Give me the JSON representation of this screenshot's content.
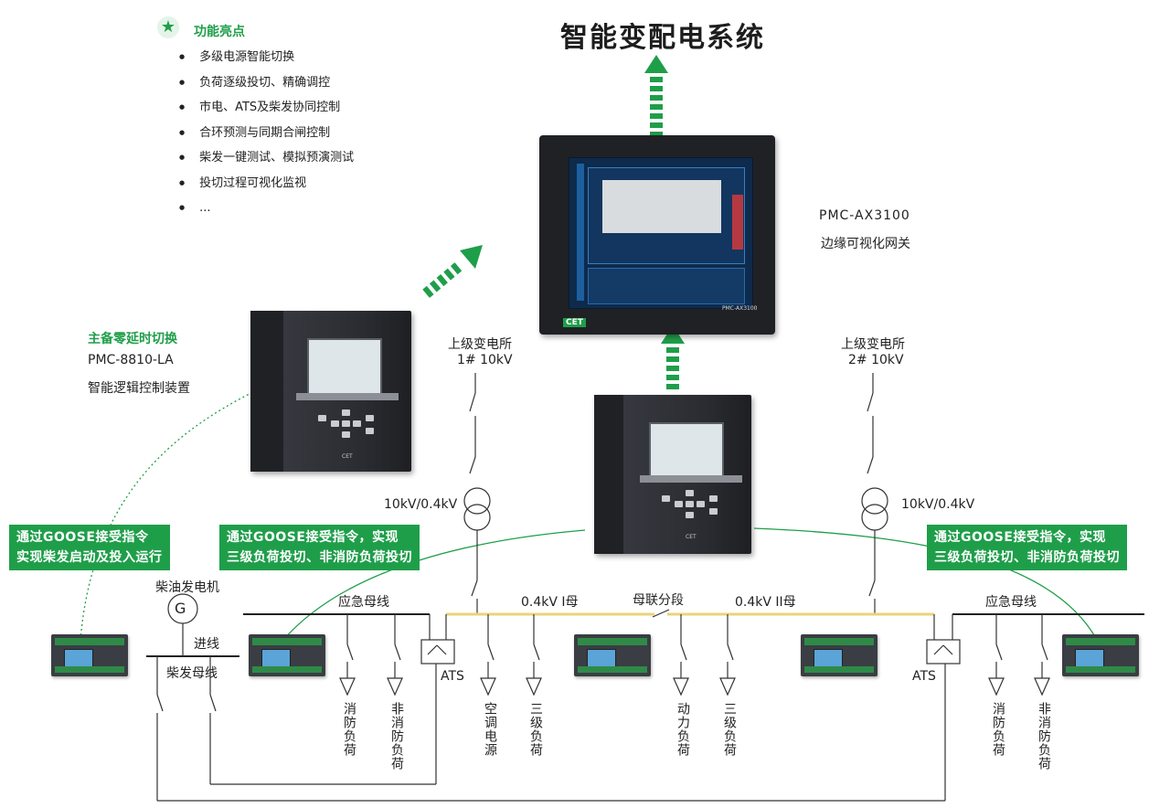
{
  "title": "智能变配电系统",
  "features": {
    "heading": "功能亮点",
    "items": [
      "多级电源智能切换",
      "负荷逐级投切、精确调控",
      "市电、ATS及柴发协同控制",
      "合环预测与同期合闸控制",
      "柴发一键测试、模拟预演测试",
      "投切过程可视化监视",
      "..."
    ]
  },
  "gateway": {
    "model": "PMC-AX3100",
    "desc": "边缘可视化网关",
    "screen_logo": "CET",
    "bezel_model": "PMC-AX3100"
  },
  "controller": {
    "feature": "主备零延时切换",
    "model": "PMC-8810-LA",
    "desc": "智能逻辑控制装置"
  },
  "sources": {
    "left": {
      "line1": "上级变电所",
      "line2": "1# 10kV"
    },
    "right": {
      "line1": "上级变电所",
      "line2": "2# 10kV"
    }
  },
  "transformers": {
    "left": "10kV/0.4kV",
    "right": "10kV/0.4kV"
  },
  "callouts": {
    "left": [
      "通过GOOSE接受指令",
      "实现柴发启动及投入运行"
    ],
    "middle": [
      "通过GOOSE接受指令，实现",
      "三级负荷投切、非消防负荷投切"
    ],
    "right": [
      "通过GOOSE接受指令，实现",
      "三级负荷投切、非消防负荷投切"
    ]
  },
  "buses": {
    "emergency_left": "应急母线",
    "bus1": "0.4kV I母",
    "tie": "母联分段",
    "bus2": "0.4kV II母",
    "emergency_right": "应急母线",
    "diesel_bus": "柴发母线"
  },
  "generator": {
    "label": "柴油发电机",
    "symbol": "G",
    "incoming": "进线"
  },
  "ats": {
    "left": "ATS",
    "right": "ATS"
  },
  "loads": {
    "l1": "消防负荷",
    "l2": "非消防负荷",
    "l3": "空调电源",
    "l4": "三级负荷",
    "l5": "动力负荷",
    "l6": "三级负荷",
    "l7": "消防负荷",
    "l8": "非消防负荷"
  },
  "device_labels": {
    "cet": "CET"
  },
  "colors": {
    "accent": "#1f9e4a",
    "bus_yellow": "#e8d47a",
    "line": "#333333"
  }
}
